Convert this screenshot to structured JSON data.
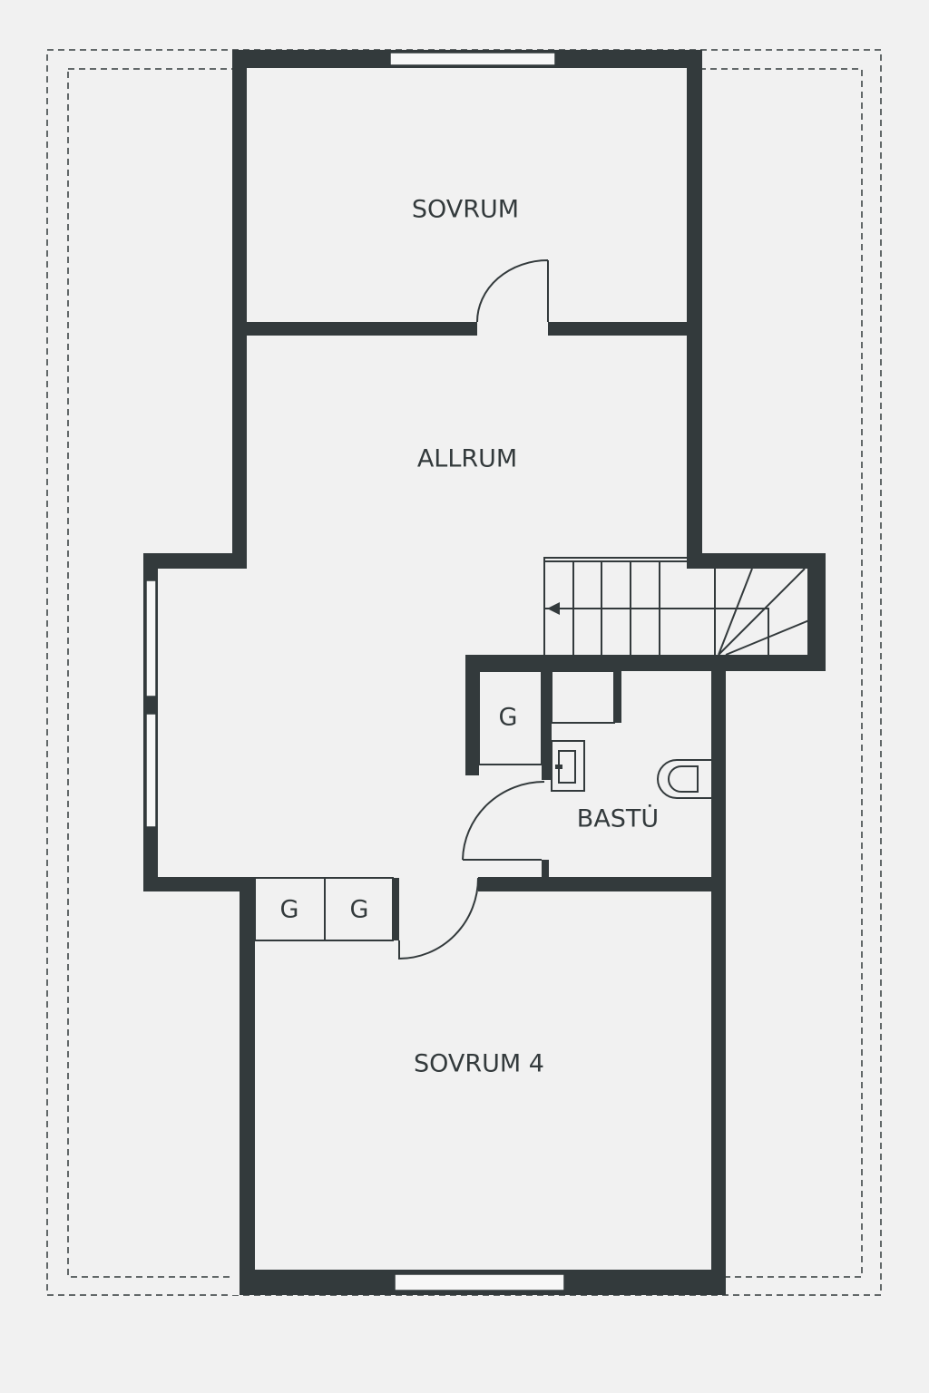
{
  "plan": {
    "rooms": {
      "bedroom_top": "SOVRUM",
      "family_room": "ALLRUM",
      "closet_hall": "G",
      "bathroom": "BASTU̇",
      "closet_left": "G",
      "closet_right": "G",
      "bedroom_4": "SOVRUM 4"
    },
    "colors": {
      "wall": "#333a3c",
      "background": "#f1f1f1"
    }
  }
}
